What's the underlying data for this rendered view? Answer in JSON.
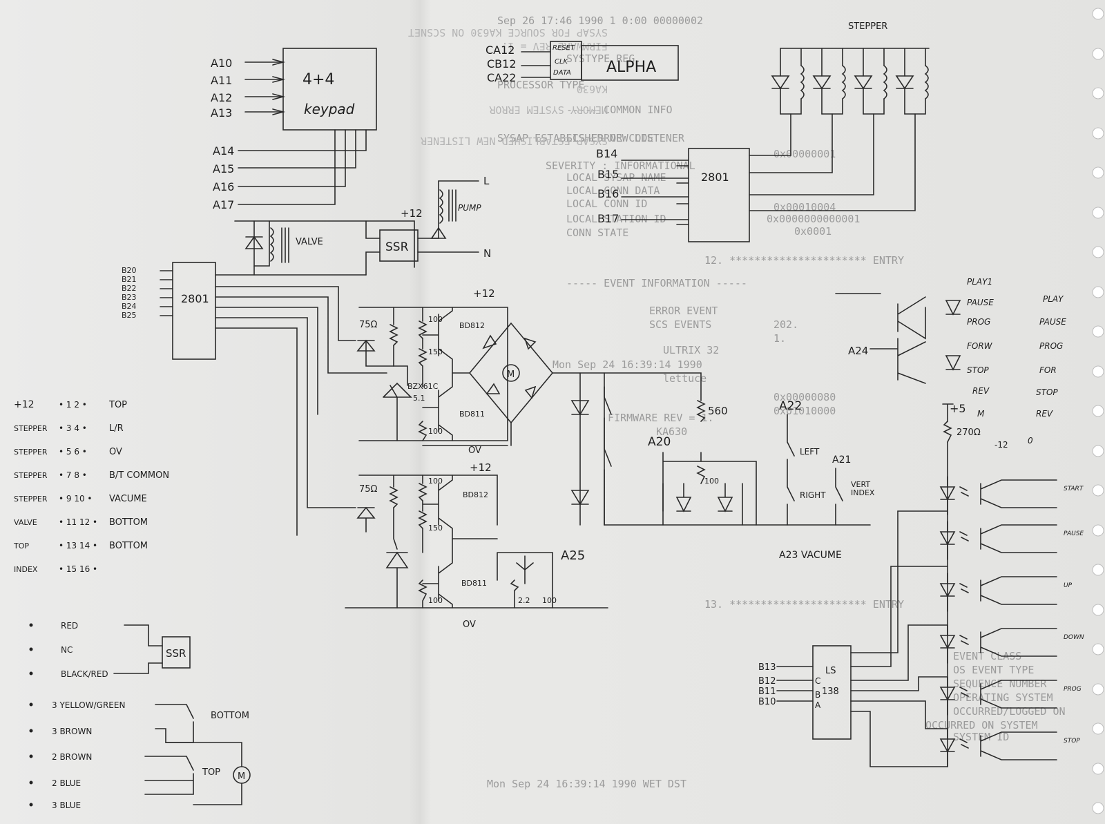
{
  "ghost_printout": [
    "Sep 26 17:46 1990  1 0:00 00000002",
    "SYSTYPE REG.",
    "PROCESSOR TYPE",
    "----- COMMON INFO",
    "SCS ERROR CODE",
    "LOCAL SYSAP NAME",
    "LOCAL CONN DATA",
    "LOCAL CONN ID",
    "LOCAL STATION ID",
    "CONN STATE",
    "----- EVENT INFORMATION -----",
    "ERROR EVENT",
    "SCS EVENTS",
    "ULTRIX 32",
    "Mon Sep 24 16:39:14 1990",
    "lettuce",
    "FIRMWARE REV = 1.",
    "KA630",
    "SYSAP ESTABLISHED NEW LISTENER",
    "SEVERITY : INFORMATIONAL",
    "12. ********************** ENTRY",
    "13. ********************** ENTRY",
    "EVENT CLASS",
    "OS EVENT TYPE",
    "SEQUENCE NUMBER",
    "OPERATING SYSTEM",
    "OCCURRED/LOGGED ON",
    "OCCURRED ON SYSTEM",
    "SYSTEM ID",
    "Mon Sep 24 16:39:14 1990 WET DST",
    "0x00000001",
    "0x00010004",
    "0x0000000000001",
    "0x0001",
    "0x00000080",
    "0x01010000",
    "202.",
    "1."
  ],
  "ghost_mirror": [
    "SYSAP FOR SOURCE KA630 ON SCSNET",
    "FIRMWARE REV = 1.",
    "KA630",
    "MEMORY SYSTEM ERROR",
    "SYSAP ESTABLISHED NEW LISTENER"
  ],
  "inputs_left": [
    "A10",
    "A11",
    "A12",
    "A13"
  ],
  "inputs_left2": [
    "A14",
    "A15",
    "A16",
    "A17"
  ],
  "keypad_label": [
    "4+4",
    "keypad"
  ],
  "alpha": {
    "label": "ALPHA",
    "pins_in": [
      "CA12",
      "CB12",
      "CA22"
    ],
    "pins_box": [
      "RESET",
      "CLK",
      "DATA"
    ]
  },
  "stepper_label": "STEPPER",
  "chip_top": {
    "label": "2801",
    "pins": [
      "B14",
      "B15",
      "B16",
      "B17"
    ]
  },
  "chip_left": {
    "label": "2801",
    "pins": [
      "B20",
      "B21",
      "B22",
      "B23",
      "B24",
      "B25"
    ]
  },
  "ssr_label": "SSR",
  "valve_label": "VALVE",
  "pump_label": "PUMP",
  "plus12": "+12",
  "plus5": "+5",
  "ov": "OV",
  "L": "L",
  "N": "N",
  "resistors": [
    "75Ω",
    "100",
    "150",
    "100",
    "75Ω",
    "100",
    "150",
    "100",
    "560",
    "100",
    "270Ω",
    "2.2",
    "100"
  ],
  "transistors": [
    "BD812",
    "BD811",
    "BD812",
    "BD811"
  ],
  "zener": [
    "BZX61C",
    "5.1"
  ],
  "motor": "M",
  "a20": "A20",
  "a22": "A22",
  "a21": "A21",
  "a23": "A23 VACUME",
  "a25": "A25",
  "a24": "A24",
  "left_label": "LEFT",
  "right_label": "RIGHT",
  "vert_index": [
    "VERT",
    "INDEX"
  ],
  "connector_table": [
    {
      "name": "+12",
      "pins": "• 1  2 •",
      "dest": "TOP"
    },
    {
      "name": "STEPPER",
      "pins": "• 3  4 •",
      "dest": "L/R"
    },
    {
      "name": "STEPPER",
      "pins": "• 5  6 •",
      "dest": "OV"
    },
    {
      "name": "STEPPER",
      "pins": "• 7  8 •",
      "dest": "B/T COMMON"
    },
    {
      "name": "STEPPER",
      "pins": "• 9 10 •",
      "dest": "VACUME"
    },
    {
      "name": "VALVE",
      "pins": "• 11 12 •",
      "dest": "BOTTOM"
    },
    {
      "name": "TOP",
      "pins": "• 13 14 •",
      "dest": "BOTTOM"
    },
    {
      "name": "INDEX",
      "pins": "• 15 16 •",
      "dest": ""
    }
  ],
  "wire_colors": [
    "RED",
    "NC",
    "BLACK/RED",
    "3 YELLOW/GREEN",
    "3 BROWN",
    "2 BROWN",
    "2 BLUE",
    "3 BLUE"
  ],
  "bottom_label": "BOTTOM",
  "top_label": "TOP",
  "decoder": {
    "label": [
      "LS",
      "138"
    ],
    "pins": [
      "C",
      "B",
      "A"
    ],
    "inputs": [
      "B13",
      "B12",
      "B11",
      "B10"
    ]
  },
  "play_legend": [
    "PLAY1",
    "PAUSE",
    "PROG",
    "FORW",
    "STOP",
    "REV",
    "M",
    "0"
  ],
  "play_legend_right": [
    "PLAY",
    "PAUSE",
    "PROG",
    "FOR",
    "STOP",
    "REV"
  ],
  "button_labels": [
    "START",
    "PAUSE",
    "UP",
    "DOWN",
    "PROG",
    "STOP"
  ],
  "opto_label": "-12"
}
